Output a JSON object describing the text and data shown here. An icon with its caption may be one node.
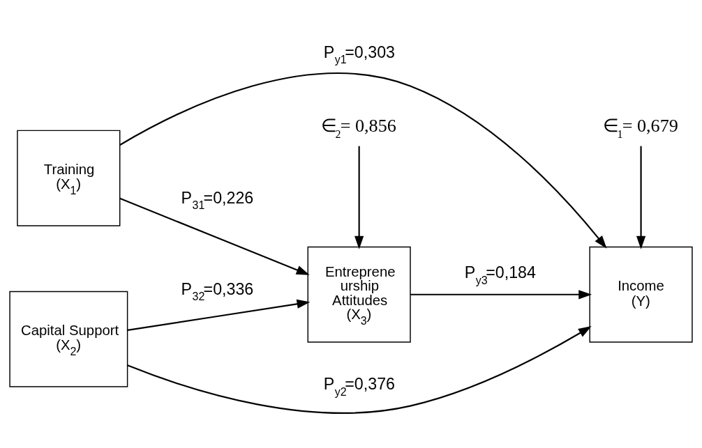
{
  "diagram": {
    "nodes": [
      {
        "text": [
          "Training (X$_{1}$)"
        ]
      },
      {
        "text": [
          "Capital Support (X$_{2}$)"
        ]
      },
      {
        "text": [
          "Entreprene urship Attitudes (X$_{3}$)"
        ]
      },
      {
        "text": [
          "Income (Y)"
        ]
      },
      {
        "text": [
          "∈$_{2}$= 0,856"
        ]
      },
      {
        "text": [
          "∈$_{1}$= 0,679"
        ]
      }
    ],
    "edges": [
      {
        "from": 0,
        "to": 2,
        "arrow": "to",
        "label": "P$_{31}$=0,226"
      },
      {
        "from": 1,
        "to": 2,
        "arrow": "to",
        "label": "P$_{32}$=0,336"
      },
      {
        "from": 0,
        "to": 3,
        "arrow": "to",
        "label": "P$_{y1}$=0,303"
      },
      {
        "from": 2,
        "to": 3,
        "arrow": "to",
        "label": "P$_{y3}$=0,184"
      },
      {
        "from": 1,
        "to": 3,
        "arrow": "to",
        "label": "P$_{y2}$=0,376"
      },
      {
        "from": 4,
        "to": 2,
        "arrow": "to"
      },
      {
        "from": 5,
        "to": 3,
        "arrow": "to"
      }
    ]
  }
}
